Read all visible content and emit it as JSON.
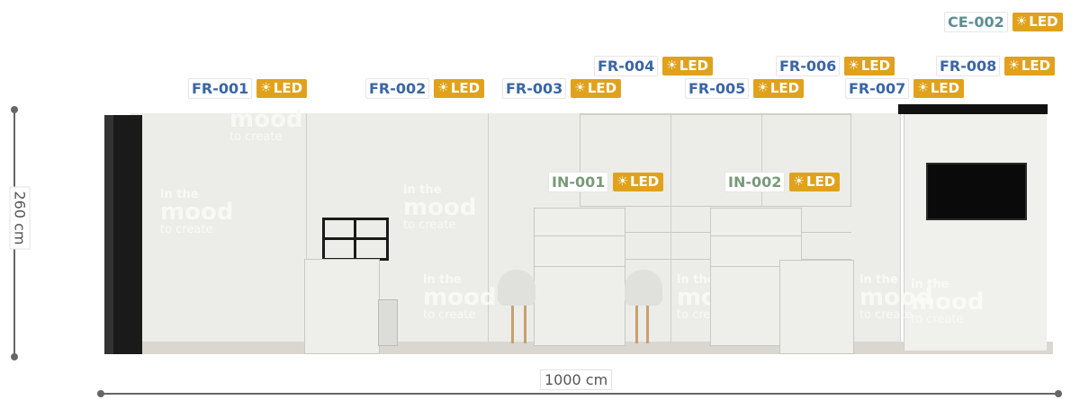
{
  "labels": {
    "led_text": "LED",
    "fr": [
      "FR-001",
      "FR-002",
      "FR-003",
      "FR-004",
      "FR-005",
      "FR-006",
      "FR-007",
      "FR-008"
    ],
    "in": [
      "IN-001",
      "IN-002"
    ],
    "ce": "CE-002"
  },
  "dimensions": {
    "height": "260 cm",
    "width": "1000 cm"
  },
  "watermark": {
    "line1": "in the",
    "line2": "mood",
    "line3": "to create"
  },
  "colors": {
    "fr_label": "#3b66a4",
    "in_label": "#7a9a7a",
    "ce_label": "#5e8e92",
    "led_badge": "#e0a21c",
    "wall": "#ecece8",
    "dark_post": "#1a1a1a"
  }
}
